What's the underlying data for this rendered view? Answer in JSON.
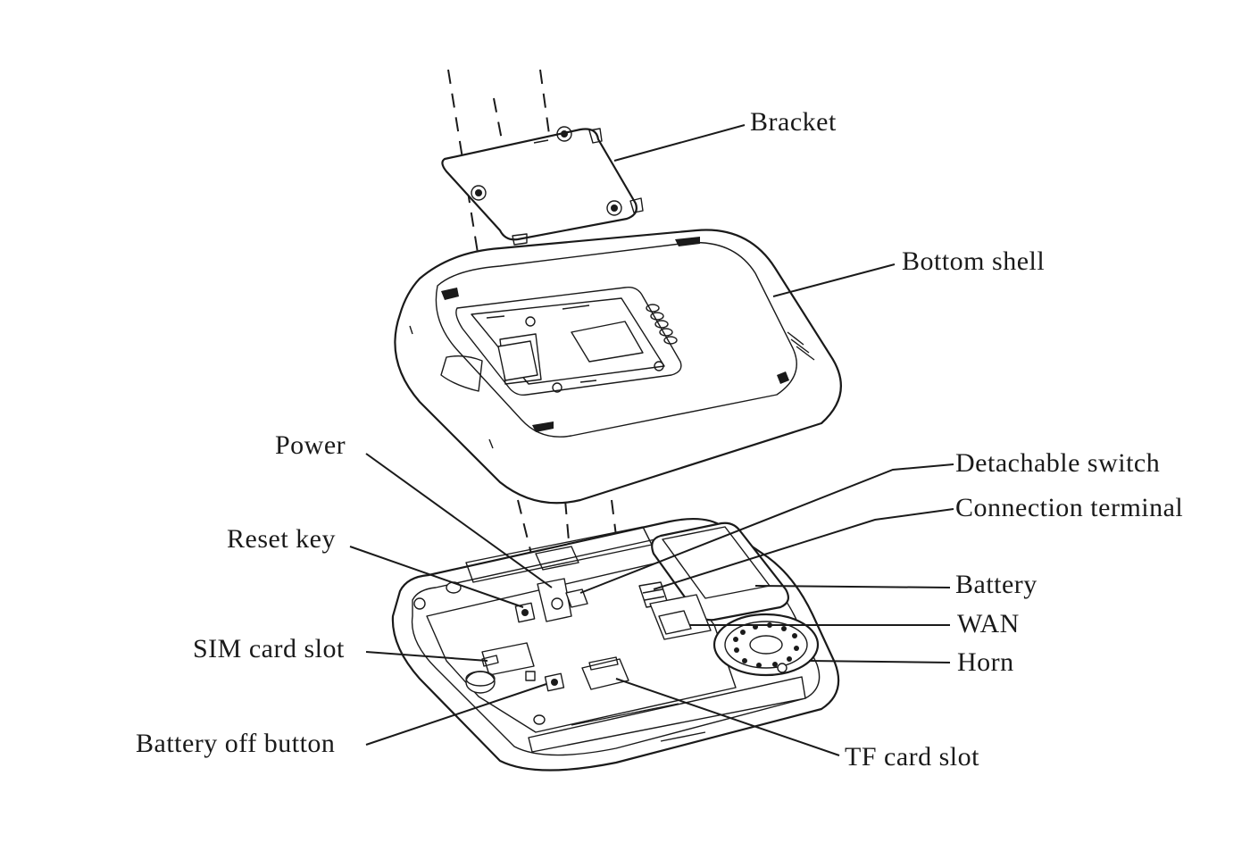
{
  "labels": {
    "bracket": "Bracket",
    "bottom_shell": "Bottom shell",
    "power": "Power",
    "detachable_switch": "Detachable switch",
    "connection_terminal": "Connection terminal",
    "reset_key": "Reset key",
    "battery": "Battery",
    "wan": "WAN",
    "sim_card_slot": "SIM card slot",
    "horn": "Horn",
    "battery_off_button": "Battery off button",
    "tf_card_slot": "TF card slot"
  }
}
